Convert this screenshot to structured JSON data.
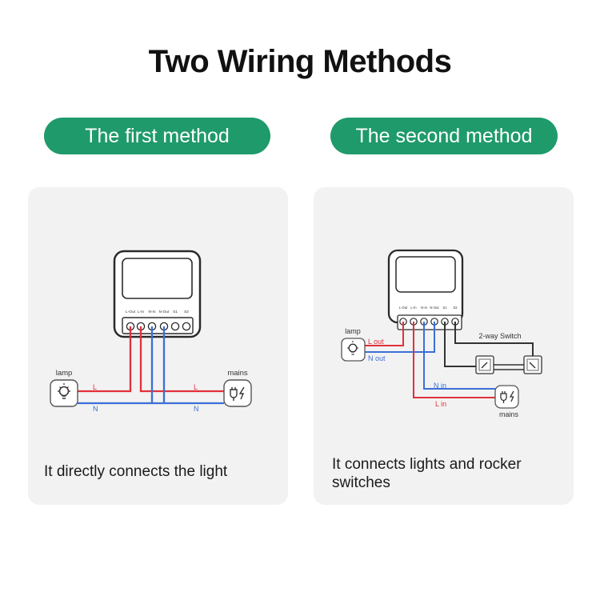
{
  "title": "Two Wiring Methods",
  "accent_color": "#1f9a6b",
  "wire_colors": {
    "live": "#e0303a",
    "neutral": "#3b6fd8",
    "switch": "#333333"
  },
  "methods": [
    {
      "label": "The first method",
      "caption": "It directly connects the light",
      "terminals": [
        "L-Out",
        "L-In",
        "N-In",
        "N-Out",
        "S1",
        "S2"
      ],
      "labels": {
        "lamp": "lamp",
        "mains": "mains",
        "l_left": "L",
        "l_right": "L",
        "n_left": "N",
        "n_right": "N"
      },
      "icons": [
        "lamp-icon",
        "plug-icon"
      ]
    },
    {
      "label": "The second method",
      "caption": "It connects lights and rocker switches",
      "terminals": [
        "L-Out",
        "L-In",
        "N-In",
        "N-Out",
        "S1",
        "S2"
      ],
      "labels": {
        "lamp": "lamp",
        "mains": "mains",
        "l_out": "L out",
        "n_out": "N out",
        "n_in": "N in",
        "l_in": "L in",
        "switch": "2-way Switch"
      },
      "icons": [
        "lamp-icon",
        "plug-icon",
        "rocker-switch-icon"
      ]
    }
  ]
}
